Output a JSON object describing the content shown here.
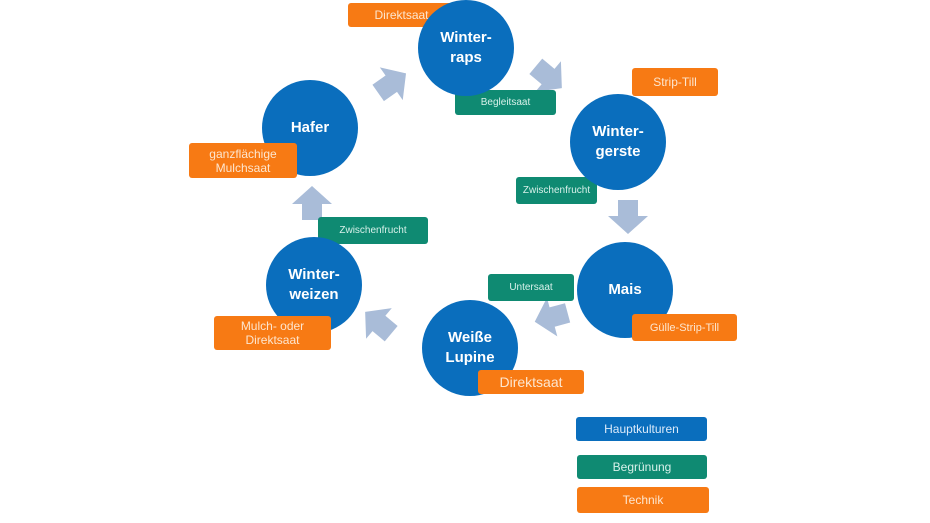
{
  "crops": {
    "winterraps": "Winter-\nraps",
    "hafer": "Hafer",
    "wintergerste": "Winter-\ngerste",
    "mais": "Mais",
    "winterweizen": "Winter-\nweizen",
    "lupine": "Weiße\nLupine"
  },
  "techniques": {
    "winterraps": "Direktsaat",
    "hafer": "ganzflächige\nMulchsaat",
    "wintergerste": "Strip-Till",
    "mais": "Gülle-Strip-Till",
    "winterweizen": "Mulch- oder\nDirektsaat",
    "lupine": "Direktsaat"
  },
  "greening": {
    "begleitsaat": "Begleitsaat",
    "zwischenfrucht_right": "Zwischenfrucht",
    "zwischenfrucht_left": "Zwischenfrucht",
    "untersaat": "Untersaat"
  },
  "legend": {
    "hauptkulturen": "Hauptkulturen",
    "begruenung": "Begrünung",
    "technik": "Technik"
  },
  "colors": {
    "crop": "#0a6ebd",
    "greening": "#0f8a72",
    "technique": "#f77a14",
    "arrow": "#a9bcd8"
  }
}
